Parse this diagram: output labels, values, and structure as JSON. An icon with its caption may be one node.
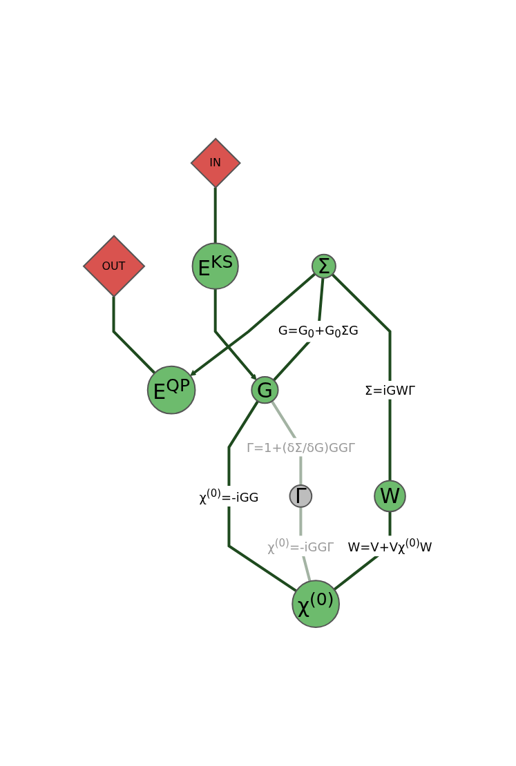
{
  "diagram": {
    "nodes": [
      {
        "text": [
          "OUT"
        ]
      },
      {
        "text": [
          "IN"
        ]
      },
      {
        "text": [
          "E$^{QP}$"
        ]
      },
      {
        "text": [
          "E$^{KS}$"
        ]
      },
      {
        "text": [
          "Σ"
        ]
      },
      {
        "text": [
          "G"
        ]
      },
      {
        "text": [
          "W"
        ]
      },
      {
        "text": [
          "Γ"
        ]
      },
      {
        "text": [
          "χ$^{(0)}$"
        ]
      }
    ],
    "edges": [
      {
        "from": 0,
        "to": 2,
        "arrow": "none"
      },
      {
        "from": 1,
        "to": 3,
        "arrow": "none"
      },
      {
        "from": 4,
        "to": 2,
        "arrow": "to"
      },
      {
        "from": 3,
        "to": 5,
        "arrow": "to"
      },
      {
        "from": 4,
        "to": 5,
        "arrow": "none",
        "label": "G=G$_{0}$+G$_{0}$ΣG"
      },
      {
        "from": 4,
        "to": 6,
        "arrow": "none",
        "label": "Σ=iGWΓ"
      },
      {
        "from": 5,
        "to": 8,
        "arrow": "none",
        "label": "χ$^{(0)}$=-iGG"
      },
      {
        "from": 5,
        "to": 7,
        "arrow": "none",
        "label": "Γ=1+(δΣ/δG)GGΓ",
        "color": "#a3b3a3"
      },
      {
        "from": 6,
        "to": 8,
        "arrow": "none",
        "label": "W=V+Vχ$^{(0)}$W"
      },
      {
        "from": 7,
        "to": 8,
        "arrow": "none",
        "label": "χ$^{(0)}$=-iGGΓ",
        "color": "#a3b3a3"
      }
    ]
  }
}
